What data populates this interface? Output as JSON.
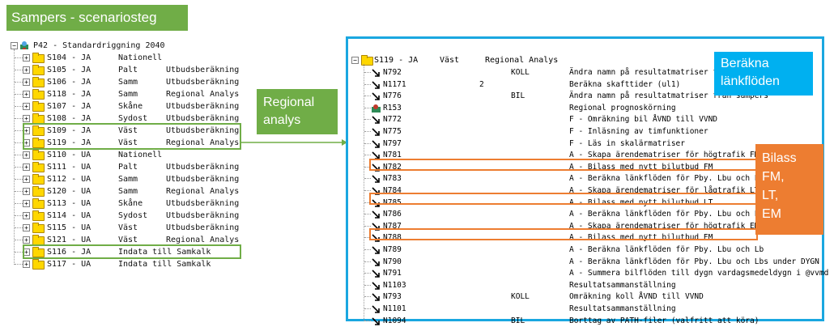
{
  "title": "Sampers - scenariosteg",
  "left_tree": {
    "root": "P42 - Standardriggning 2040",
    "rows": [
      [
        "S104 - JA",
        "Nationell",
        ""
      ],
      [
        "S105 - JA",
        "Palt",
        "Utbudsberäkning"
      ],
      [
        "S106 - JA",
        "Samm",
        "Utbudsberäkning"
      ],
      [
        "S118 - JA",
        "Samm",
        "Regional Analys"
      ],
      [
        "S107 - JA",
        "Skåne",
        "Utbudsberäkning"
      ],
      [
        "S108 - JA",
        "Sydost",
        "Utbudsberäkning"
      ],
      [
        "S109 - JA",
        "Väst",
        "Utbudsberäkning"
      ],
      [
        "S119 - JA",
        "Väst",
        "Regional Analys"
      ],
      [
        "S110 - UA",
        "Nationell",
        ""
      ],
      [
        "S111 - UA",
        "Palt",
        "Utbudsberäkning"
      ],
      [
        "S112 - UA",
        "Samm",
        "Utbudsberäkning"
      ],
      [
        "S120 - UA",
        "Samm",
        "Regional Analys"
      ],
      [
        "S113 - UA",
        "Skåne",
        "Utbudsberäkning"
      ],
      [
        "S114 - UA",
        "Sydost",
        "Utbudsberäkning"
      ],
      [
        "S115 - UA",
        "Väst",
        "Utbudsberäkning"
      ],
      [
        "S121 - UA",
        "Väst",
        "Regional Analys"
      ],
      [
        "S116 - JA",
        "Indata till Samkalk",
        ""
      ],
      [
        "S117 - UA",
        "Indata till Samkalk",
        ""
      ]
    ]
  },
  "right_tree": {
    "header": [
      "S119 - JA",
      "Väst",
      "Regional Analys"
    ],
    "rows": [
      [
        "N792",
        "",
        "KOLL",
        "Ändra namn på resultatmatriser från"
      ],
      [
        "N1171",
        "2",
        "",
        "Beräkna skafttider (ul1)"
      ],
      [
        "N776",
        "",
        "BIL",
        "Ändra namn på resultatmatriser från sampers"
      ],
      [
        "R153",
        "",
        "",
        "Regional prognoskörning"
      ],
      [
        "N772",
        "",
        "",
        "F - Omräkning bil ÅVND till VVND"
      ],
      [
        "N775",
        "",
        "",
        "F - Inläsning av timfunktioner"
      ],
      [
        "N797",
        "",
        "",
        "F - Läs in skalärmatriser"
      ],
      [
        "N781",
        "",
        "",
        "A - Skapa ärendematriser för högtrafik FM"
      ],
      [
        "N782",
        "",
        "",
        "A - Bilass med nytt bilutbud FM"
      ],
      [
        "N783",
        "",
        "",
        "A - Beräkna länkflöden för Pby. Lbu och Lb"
      ],
      [
        "N784",
        "",
        "",
        "A - Skapa ärendematriser för lågtrafik LT"
      ],
      [
        "N785",
        "",
        "",
        "A - Bilass med nytt bilutbud LT"
      ],
      [
        "N786",
        "",
        "",
        "A - Beräkna länkflöden för Pby. Lbu och Lb"
      ],
      [
        "N787",
        "",
        "",
        "A - Skapa ärendematriser för högtrafik EM"
      ],
      [
        "N788",
        "",
        "",
        "A - Bilass med nytt bilutbud EM"
      ],
      [
        "N789",
        "",
        "",
        "A - Beräkna länkflöden för Pby. Lbu och Lb"
      ],
      [
        "N790",
        "",
        "",
        "A - Beräkna länkflöden för Pby. Lbu och Lbs under DYGN"
      ],
      [
        "N791",
        "",
        "",
        "A - Summera bilflöden till dygn vardagsmedeldygn i @vvmd"
      ],
      [
        "N1103",
        "",
        "",
        "Resultatsammanställning"
      ],
      [
        "N793",
        "",
        "KOLL",
        "Omräkning koll ÅVND till VVND"
      ],
      [
        "N1101",
        "",
        "",
        "Resultatsammanställning"
      ],
      [
        "N1094",
        "",
        "BIL",
        "Borttag av PATH-filer (valfritt att köra)"
      ]
    ]
  },
  "labels": {
    "regional": [
      "Regional",
      "analys"
    ],
    "berakna": [
      "Beräkna",
      "länkflöden"
    ],
    "bilass": [
      "Bilass",
      "FM,",
      "LT,",
      "EM"
    ]
  },
  "colors": {
    "green": "#70ad47",
    "orange": "#ed7d31",
    "blue": "#00b0f0",
    "panel_border": "#1aa7e0"
  }
}
